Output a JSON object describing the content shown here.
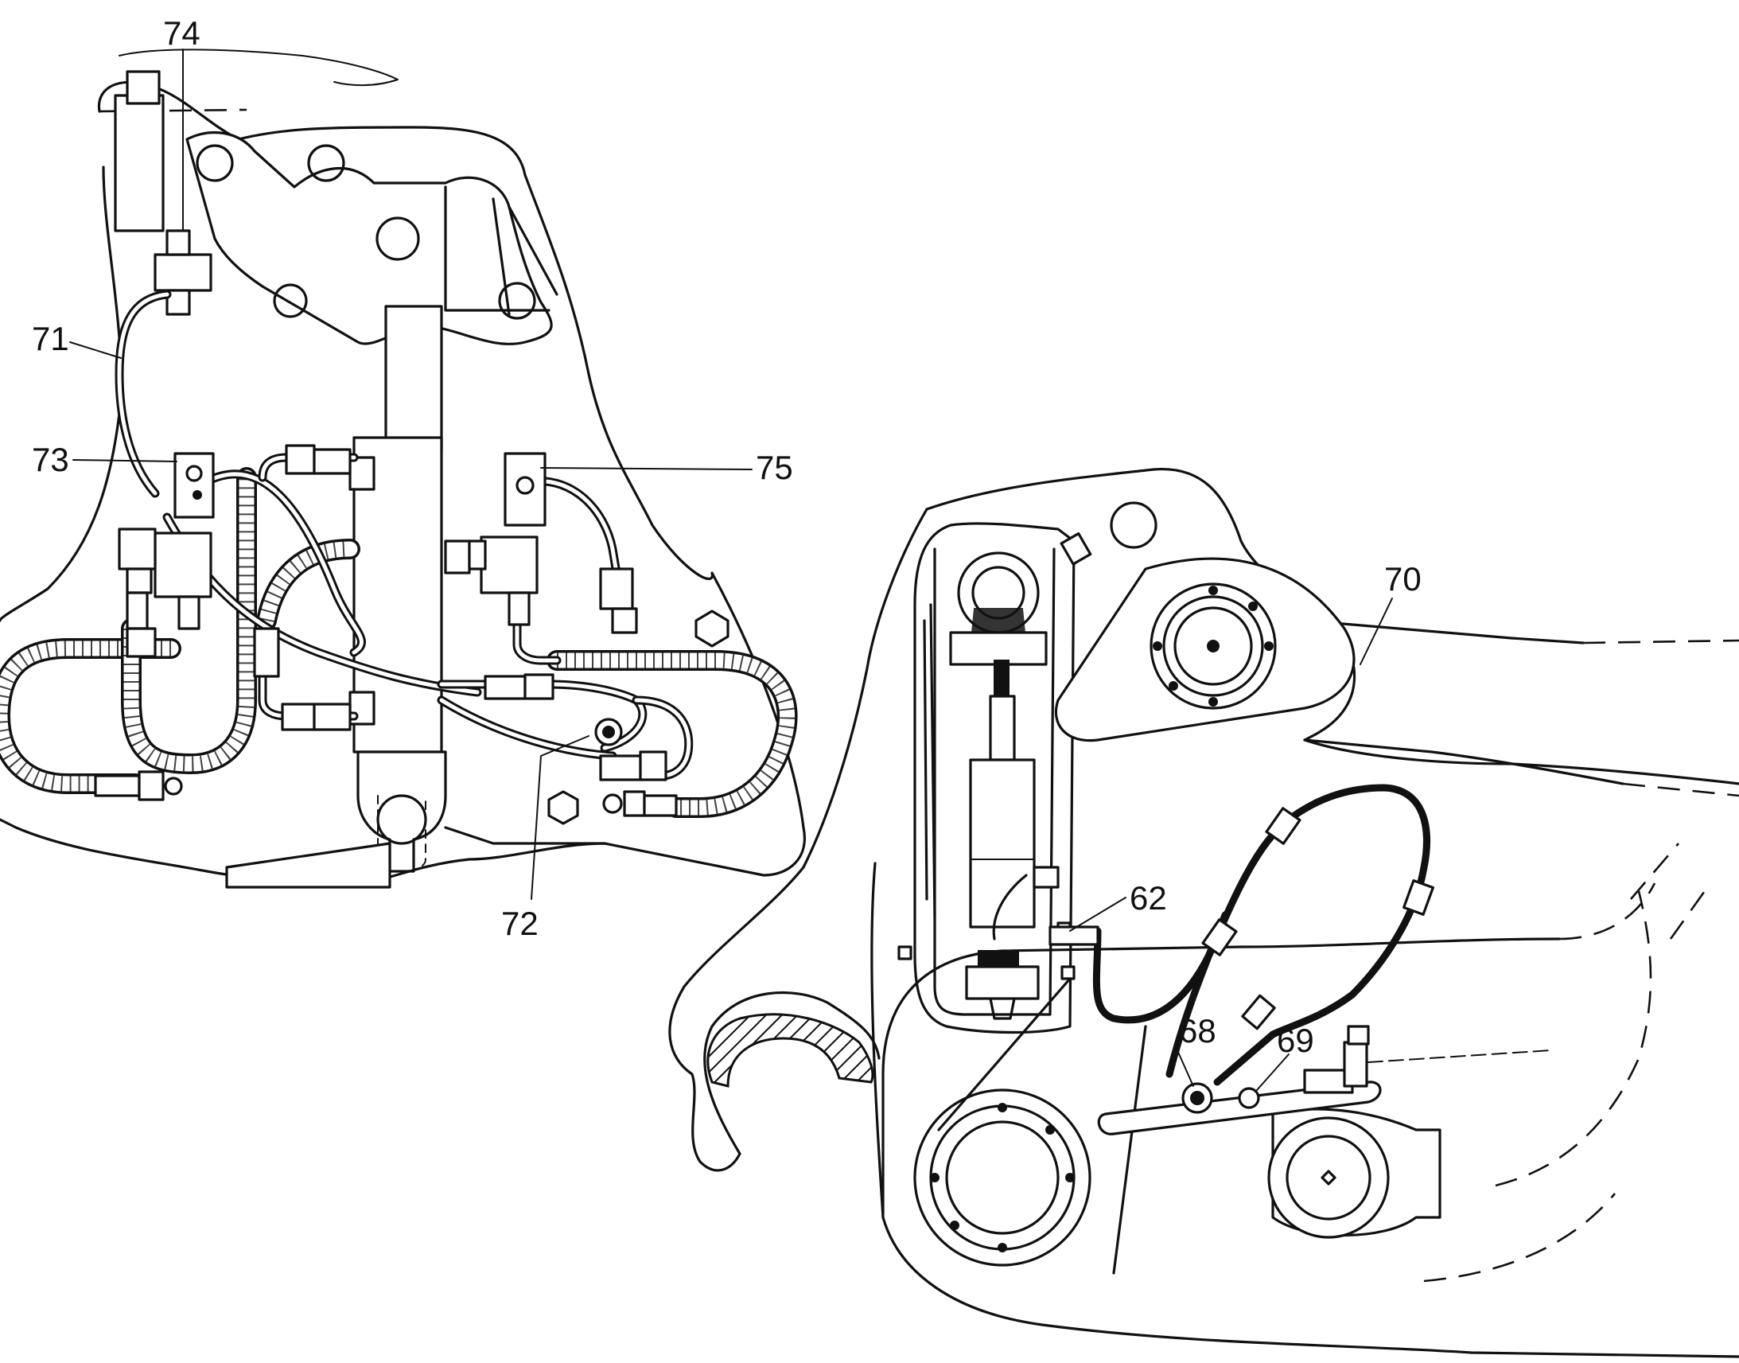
{
  "figure": {
    "labels": [
      {
        "id": "label-74",
        "text": "74"
      },
      {
        "id": "label-71",
        "text": "71"
      },
      {
        "id": "label-73",
        "text": "73"
      },
      {
        "id": "label-75",
        "text": "75"
      },
      {
        "id": "label-72",
        "text": "72"
      },
      {
        "id": "label-70",
        "text": "70"
      },
      {
        "id": "label-62",
        "text": "62"
      },
      {
        "id": "label-68",
        "text": "68"
      },
      {
        "id": "label-69",
        "text": "69"
      }
    ]
  },
  "colors": {
    "ink": "#111111",
    "background": "#ffffff"
  }
}
